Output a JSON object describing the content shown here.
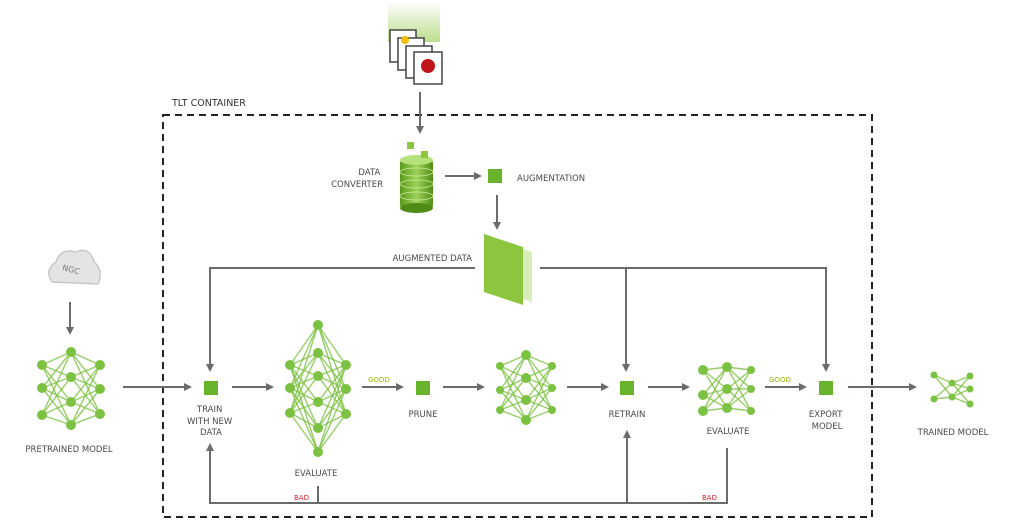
{
  "container_label": "TLT CONTAINER",
  "labels": {
    "data_converter": [
      "DATA",
      "CONVERTER"
    ],
    "augmentation": "AUGMENTATION",
    "augmented_data": "AUGMENTED DATA",
    "ngc": "NGC",
    "pretrained_model": "PRETRAINED MODEL",
    "train": [
      "TRAIN",
      "WITH NEW",
      "DATA"
    ],
    "evaluate_1": "EVALUATE",
    "prune": "PRUNE",
    "retrain": "RETRAIN",
    "evaluate_2": "EVALUATE",
    "export": [
      "EXPORT",
      "MODEL"
    ],
    "trained_model": "TRAINED MODEL",
    "good_1": "GOOD",
    "good_2": "GOOD",
    "bad_1": "BAD",
    "bad_2": "BAD"
  },
  "colors": {
    "green": "#76b900",
    "line": "#6b6b6b",
    "good": "#9ab800",
    "bad": "#d0202a"
  }
}
